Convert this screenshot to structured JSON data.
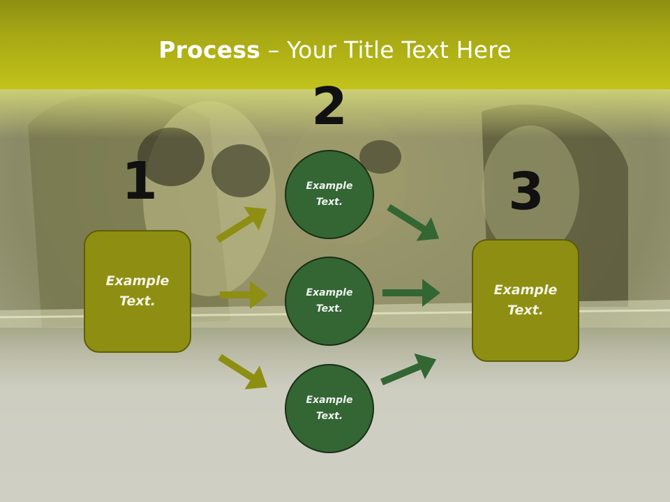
{
  "title": {
    "bold": "Process",
    "rest": " – Your Title Text Here"
  },
  "steps": [
    {
      "number": "1",
      "text": "Example\nText."
    },
    {
      "number": "2",
      "text": ""
    },
    {
      "number": "3",
      "text": "Example\nText."
    }
  ],
  "middle_nodes": [
    {
      "text": "Example\nText."
    },
    {
      "text": "Example\nText."
    },
    {
      "text": "Example\nText."
    }
  ],
  "colors": {
    "title_band": "#a7a814",
    "box_fill": "#8e8e12",
    "circle_fill": "#336633",
    "arrow_olive": "#8e8e12",
    "arrow_green": "#336633",
    "background": "#cfcfc3"
  }
}
